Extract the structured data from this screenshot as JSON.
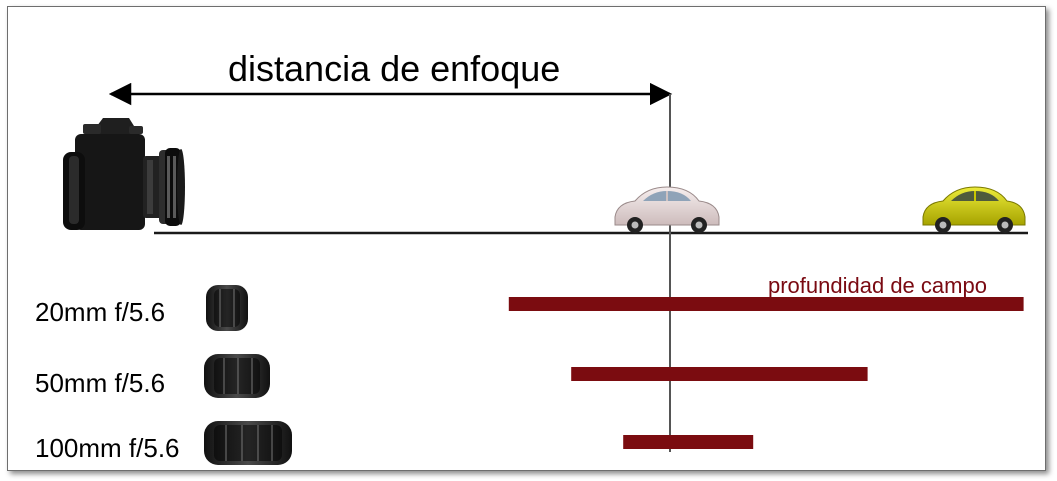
{
  "diagram": {
    "focus_label": "distancia de enfoque",
    "depth_of_field_label": "profundidad de campo",
    "colors": {
      "bar": "#7b0c10",
      "label_dof": "#7a0a12",
      "arrow": "#000000",
      "car_front": "#e8dada",
      "car_back": "#d6d40a"
    },
    "icons": [
      "camera-icon",
      "car-icon",
      "lens-icon"
    ],
    "lenses": [
      {
        "label": "20mm f/5.6",
        "depth_of_field_rel": [
          -0.31,
          0.68
        ]
      },
      {
        "label": "50mm f/5.6",
        "depth_of_field_rel": [
          -0.19,
          0.38
        ]
      },
      {
        "label": "100mm f/5.6",
        "depth_of_field_rel": [
          -0.09,
          0.16
        ]
      }
    ]
  }
}
